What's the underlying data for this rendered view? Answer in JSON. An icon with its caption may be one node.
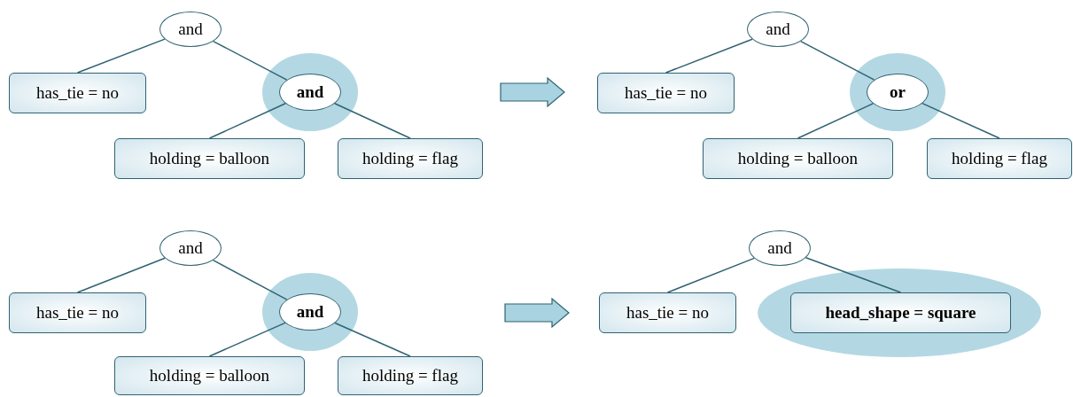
{
  "diagram": {
    "nodes": [
      {
        "text": [
          "and"
        ]
      },
      {
        "text": [
          "has_tie = no"
        ]
      },
      {
        "text": [
          "and"
        ]
      },
      {
        "text": [
          "holding = balloon"
        ]
      },
      {
        "text": [
          "holding = flag"
        ]
      },
      {
        "text": [
          "and"
        ]
      },
      {
        "text": [
          "has_tie = no"
        ]
      },
      {
        "text": [
          "or"
        ]
      },
      {
        "text": [
          "holding = balloon"
        ]
      },
      {
        "text": [
          "holding = flag"
        ]
      },
      {
        "text": [
          "and"
        ]
      },
      {
        "text": [
          "has_tie = no"
        ]
      },
      {
        "text": [
          "and"
        ]
      },
      {
        "text": [
          "holding = balloon"
        ]
      },
      {
        "text": [
          "holding = flag"
        ]
      },
      {
        "text": [
          "and"
        ]
      },
      {
        "text": [
          "has_tie = no"
        ]
      },
      {
        "text": [
          "head_shape = square"
        ]
      }
    ],
    "edges": [
      {
        "from": 0,
        "to": 1,
        "arrow": "none"
      },
      {
        "from": 0,
        "to": 2,
        "arrow": "none"
      },
      {
        "from": 2,
        "to": 3,
        "arrow": "none"
      },
      {
        "from": 2,
        "to": 4,
        "arrow": "none"
      },
      {
        "from": 5,
        "to": 6,
        "arrow": "none"
      },
      {
        "from": 5,
        "to": 7,
        "arrow": "none"
      },
      {
        "from": 7,
        "to": 8,
        "arrow": "none"
      },
      {
        "from": 7,
        "to": 9,
        "arrow": "none"
      },
      {
        "from": 10,
        "to": 11,
        "arrow": "none"
      },
      {
        "from": 10,
        "to": 12,
        "arrow": "none"
      },
      {
        "from": 12,
        "to": 13,
        "arrow": "none"
      },
      {
        "from": 12,
        "to": 14,
        "arrow": "none"
      },
      {
        "from": 15,
        "to": 16,
        "arrow": "none"
      },
      {
        "from": 15,
        "to": 17,
        "arrow": "none"
      }
    ]
  }
}
